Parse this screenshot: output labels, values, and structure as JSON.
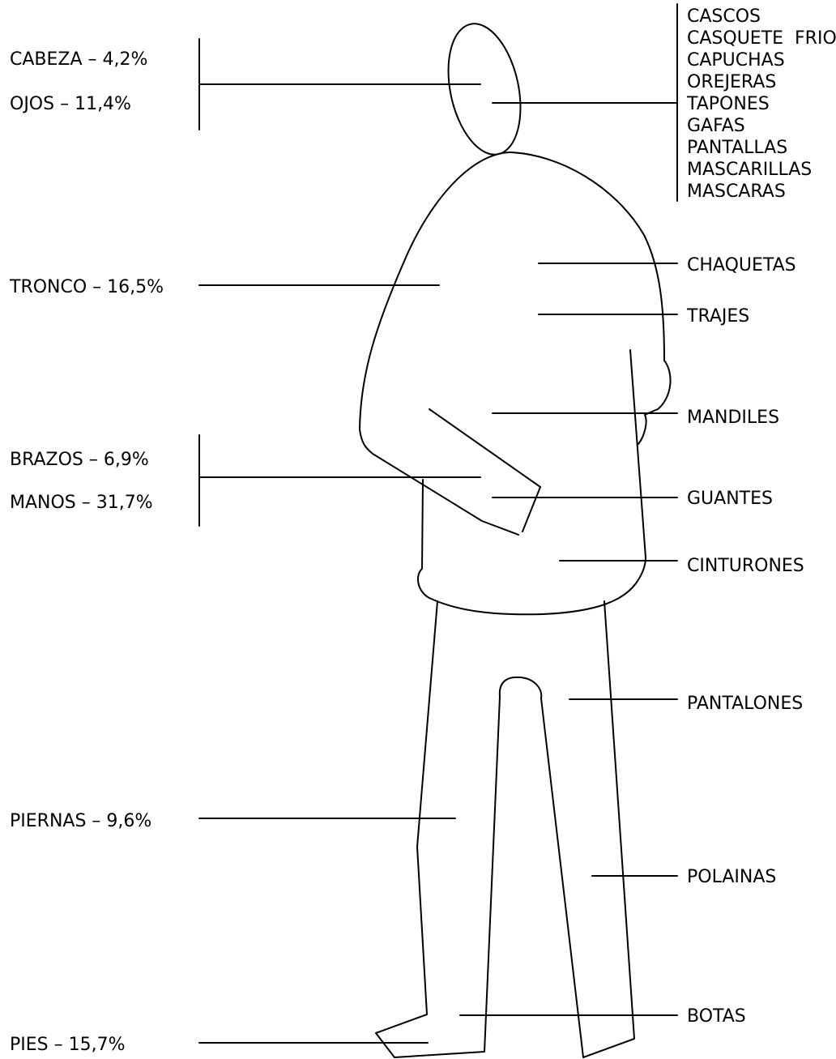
{
  "body_parts": {
    "cabeza": "CABEZA – 4,2%",
    "ojos": "OJOS – 11,4%",
    "tronco": "TRONCO – 16,5%",
    "brazos": "BRAZOS – 6,9%",
    "manos": "MANOS – 31,7%",
    "piernas": "PIERNAS – 9,6%",
    "pies": "PIES – 15,7%"
  },
  "head_equipment": [
    "CASCOS",
    "CASQUETE  FRIO",
    "CAPUCHAS",
    "OREJERAS",
    "TAPONES",
    "GAFAS",
    "PANTALLAS",
    "MASCARILLAS",
    "MASCARAS"
  ],
  "equipment": {
    "chaquetas": "CHAQUETAS",
    "trajes": "TRAJES",
    "mandiles": "MANDILES",
    "guantes": "GUANTES",
    "cinturones": "CINTURONES",
    "pantalones": "PANTALONES",
    "polainas": "POLAINAS",
    "botas": "BOTAS"
  },
  "colors": {
    "line": "#000000",
    "background": "#ffffff"
  }
}
